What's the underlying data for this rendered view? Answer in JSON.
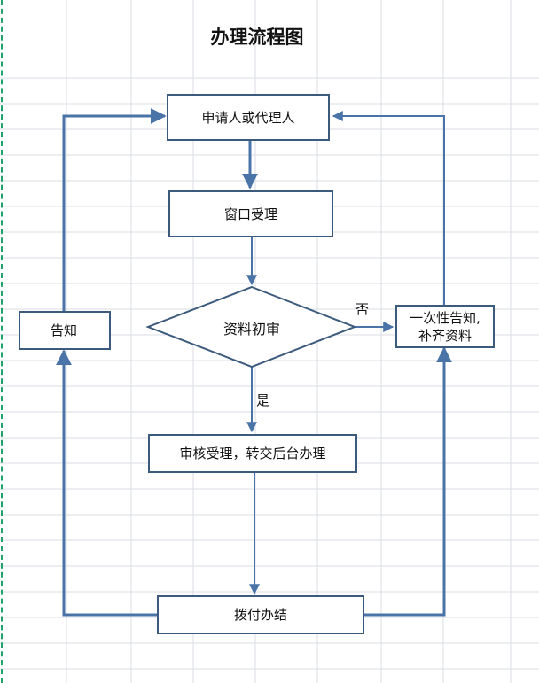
{
  "title": "办理流程图",
  "nodes": {
    "applicant": "申请人或代理人",
    "window_accept": "窗口受理",
    "initial_review": "资料初审",
    "notify": "告知",
    "supplement_line1": "一次性告知,",
    "supplement_line2": "补齐资料",
    "approve": "审核受理，转交后台办理",
    "issue": "拨付办结"
  },
  "edge_labels": {
    "no": "否",
    "yes": "是"
  },
  "colors": {
    "connector": "#4a73a8",
    "box_border": "#3c5a7c",
    "grid": "#d9dde3",
    "sheet_edge": "#1fa36a"
  }
}
